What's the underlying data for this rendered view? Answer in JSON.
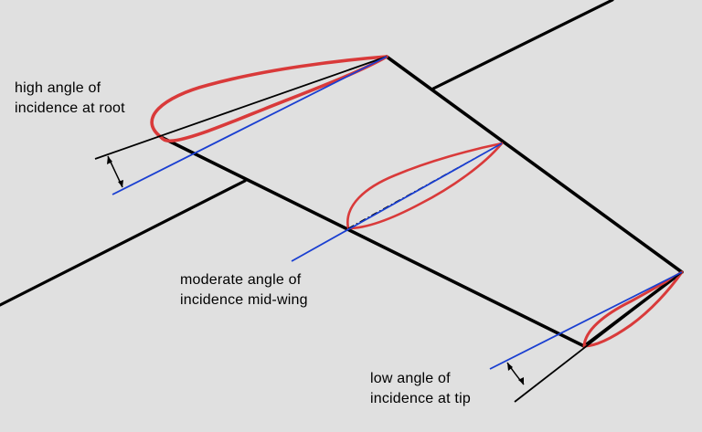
{
  "colors": {
    "background": "#e0e0e0",
    "airfoil": "#d93a3a",
    "reference_line": "#1a3fd1",
    "structure": "#000000",
    "chord_line": "#000000"
  },
  "labels": {
    "root": {
      "line1": "high angle of",
      "line2": "incidence at root"
    },
    "mid": {
      "line1": "moderate angle of",
      "line2": "incidence mid-wing"
    },
    "tip": {
      "line1": "low angle of",
      "line2": "incidence at tip"
    }
  }
}
